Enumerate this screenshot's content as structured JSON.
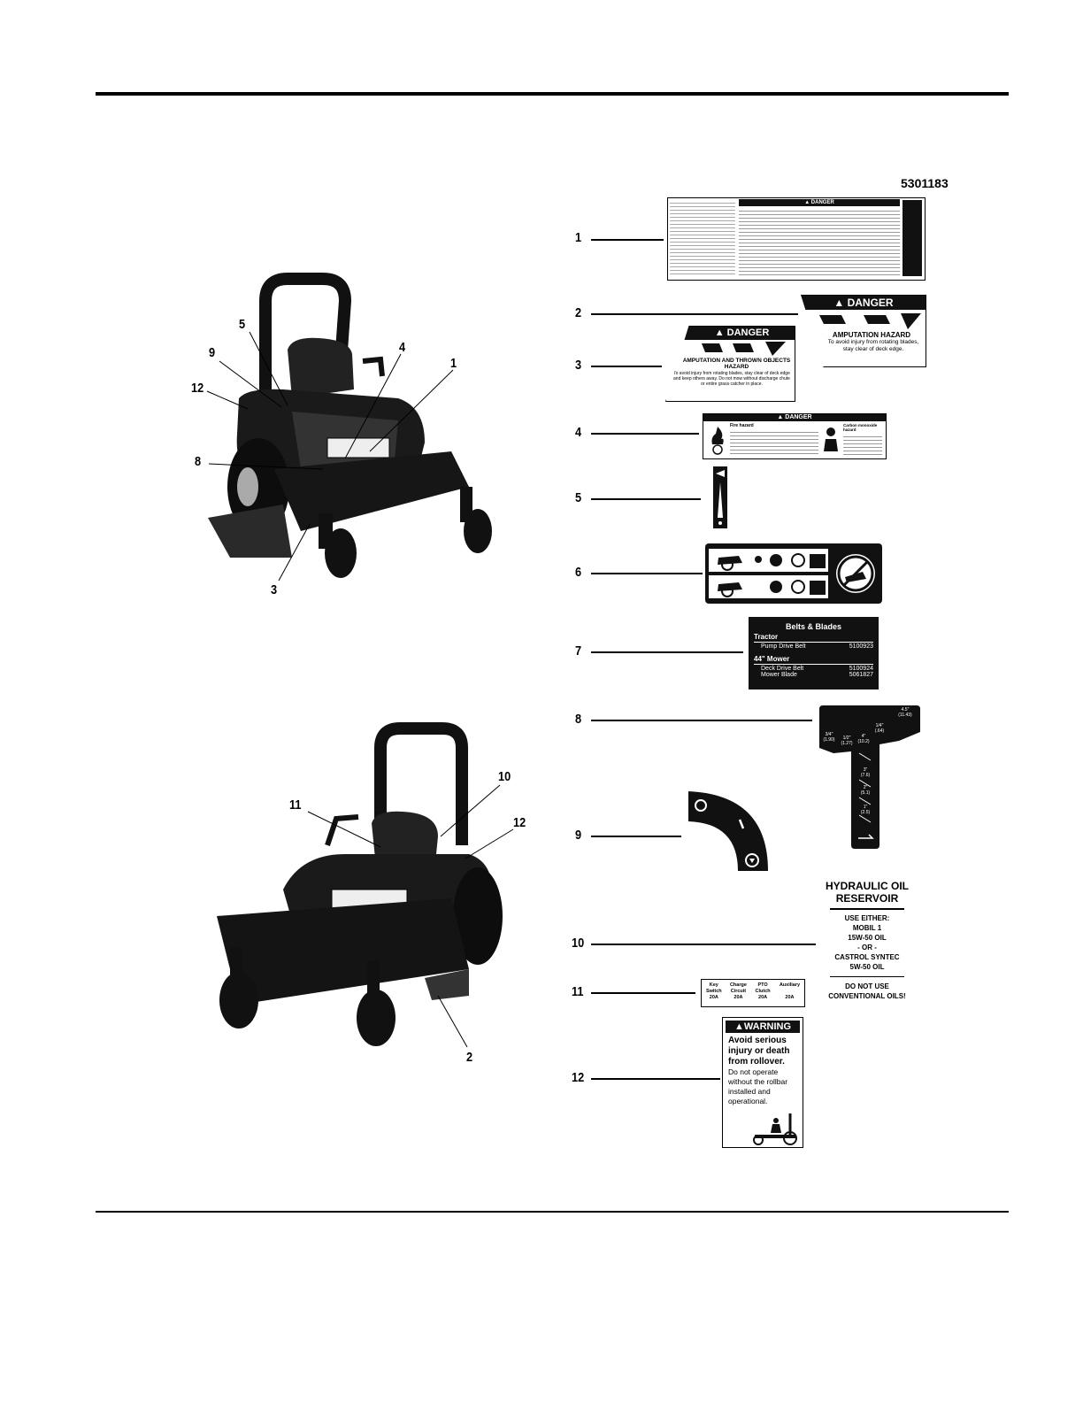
{
  "page": {
    "part_number": "5301183"
  },
  "diagram": {
    "upper_callouts": [
      "5",
      "9",
      "12",
      "4",
      "1",
      "8",
      "3"
    ],
    "lower_callouts": [
      "11",
      "10",
      "12",
      "2"
    ]
  },
  "decals": {
    "items": [
      "1",
      "2",
      "3",
      "4",
      "5",
      "6",
      "7",
      "8",
      "9",
      "10",
      "11",
      "12"
    ],
    "d1": {
      "banner": "DANGER"
    },
    "d2": {
      "banner": "DANGER",
      "title": "AMPUTATION HAZARD",
      "body": "To avoid injury from rotating blades, stay clear of deck edge."
    },
    "d3": {
      "banner": "DANGER",
      "title": "AMPUTATION AND THROWN OBJECTS HAZARD",
      "body": "To avoid injury from rotating blades, stay clear of deck edge and keep others away. Do not mow without discharge chute or entire grass catcher in place."
    },
    "d4": {
      "banner": "DANGER",
      "left_title": "Fire hazard",
      "right_title": "Carbon monoxide hazard"
    },
    "d7": {
      "title": "Belts & Blades",
      "section1": "Tractor",
      "row1_label": "Pump Drive Belt",
      "row1_value": "5100923",
      "section2": "44\" Mower",
      "row2_label": "Deck Drive Belt",
      "row2_value": "5100924",
      "row3_label": "Mower Blade",
      "row3_value": "5061827"
    },
    "d8": {
      "top_right": "4.5\"",
      "top_right_mm": "(11.43)",
      "v1": "1/4\"",
      "v1m": "(.64)",
      "v2": "4\"",
      "v2m": "(10.2)",
      "v3": "3/4\"",
      "v3m": "(1.90)",
      "v4": "1/2\"",
      "v4m": "(1.27)",
      "v5": "3\"",
      "v5m": "(7.6)",
      "v6": "2\"",
      "v6m": "(5.1)",
      "v7": "1\"",
      "v7m": "(2.5)"
    },
    "d10": {
      "title1": "HYDRAULIC OIL",
      "title2": "RESERVOIR",
      "l1": "USE EITHER:",
      "l2": "MOBIL 1",
      "l3": "15W-50 OIL",
      "l4": "- OR -",
      "l5": "CASTROL SYNTEC",
      "l6": "5W-50 OIL",
      "l7": "DO NOT USE",
      "l8": "CONVENTIONAL OILS!"
    },
    "d11": {
      "c1a": "Key",
      "c1b": "Switch",
      "c1c": "20A",
      "c2a": "Charge",
      "c2b": "Circuit",
      "c2c": "20A",
      "c3a": "PTO",
      "c3b": "Clutch",
      "c3c": "20A",
      "c4a": "Auxiliary",
      "c4b": "",
      "c4c": "20A"
    },
    "d12": {
      "banner": "WARNING",
      "b1": "Avoid serious",
      "b2": "injury or death",
      "b3": "from rollover.",
      "n1": "Do not operate",
      "n2": "without the rollbar",
      "n3": "installed and",
      "n4": "operational."
    }
  }
}
